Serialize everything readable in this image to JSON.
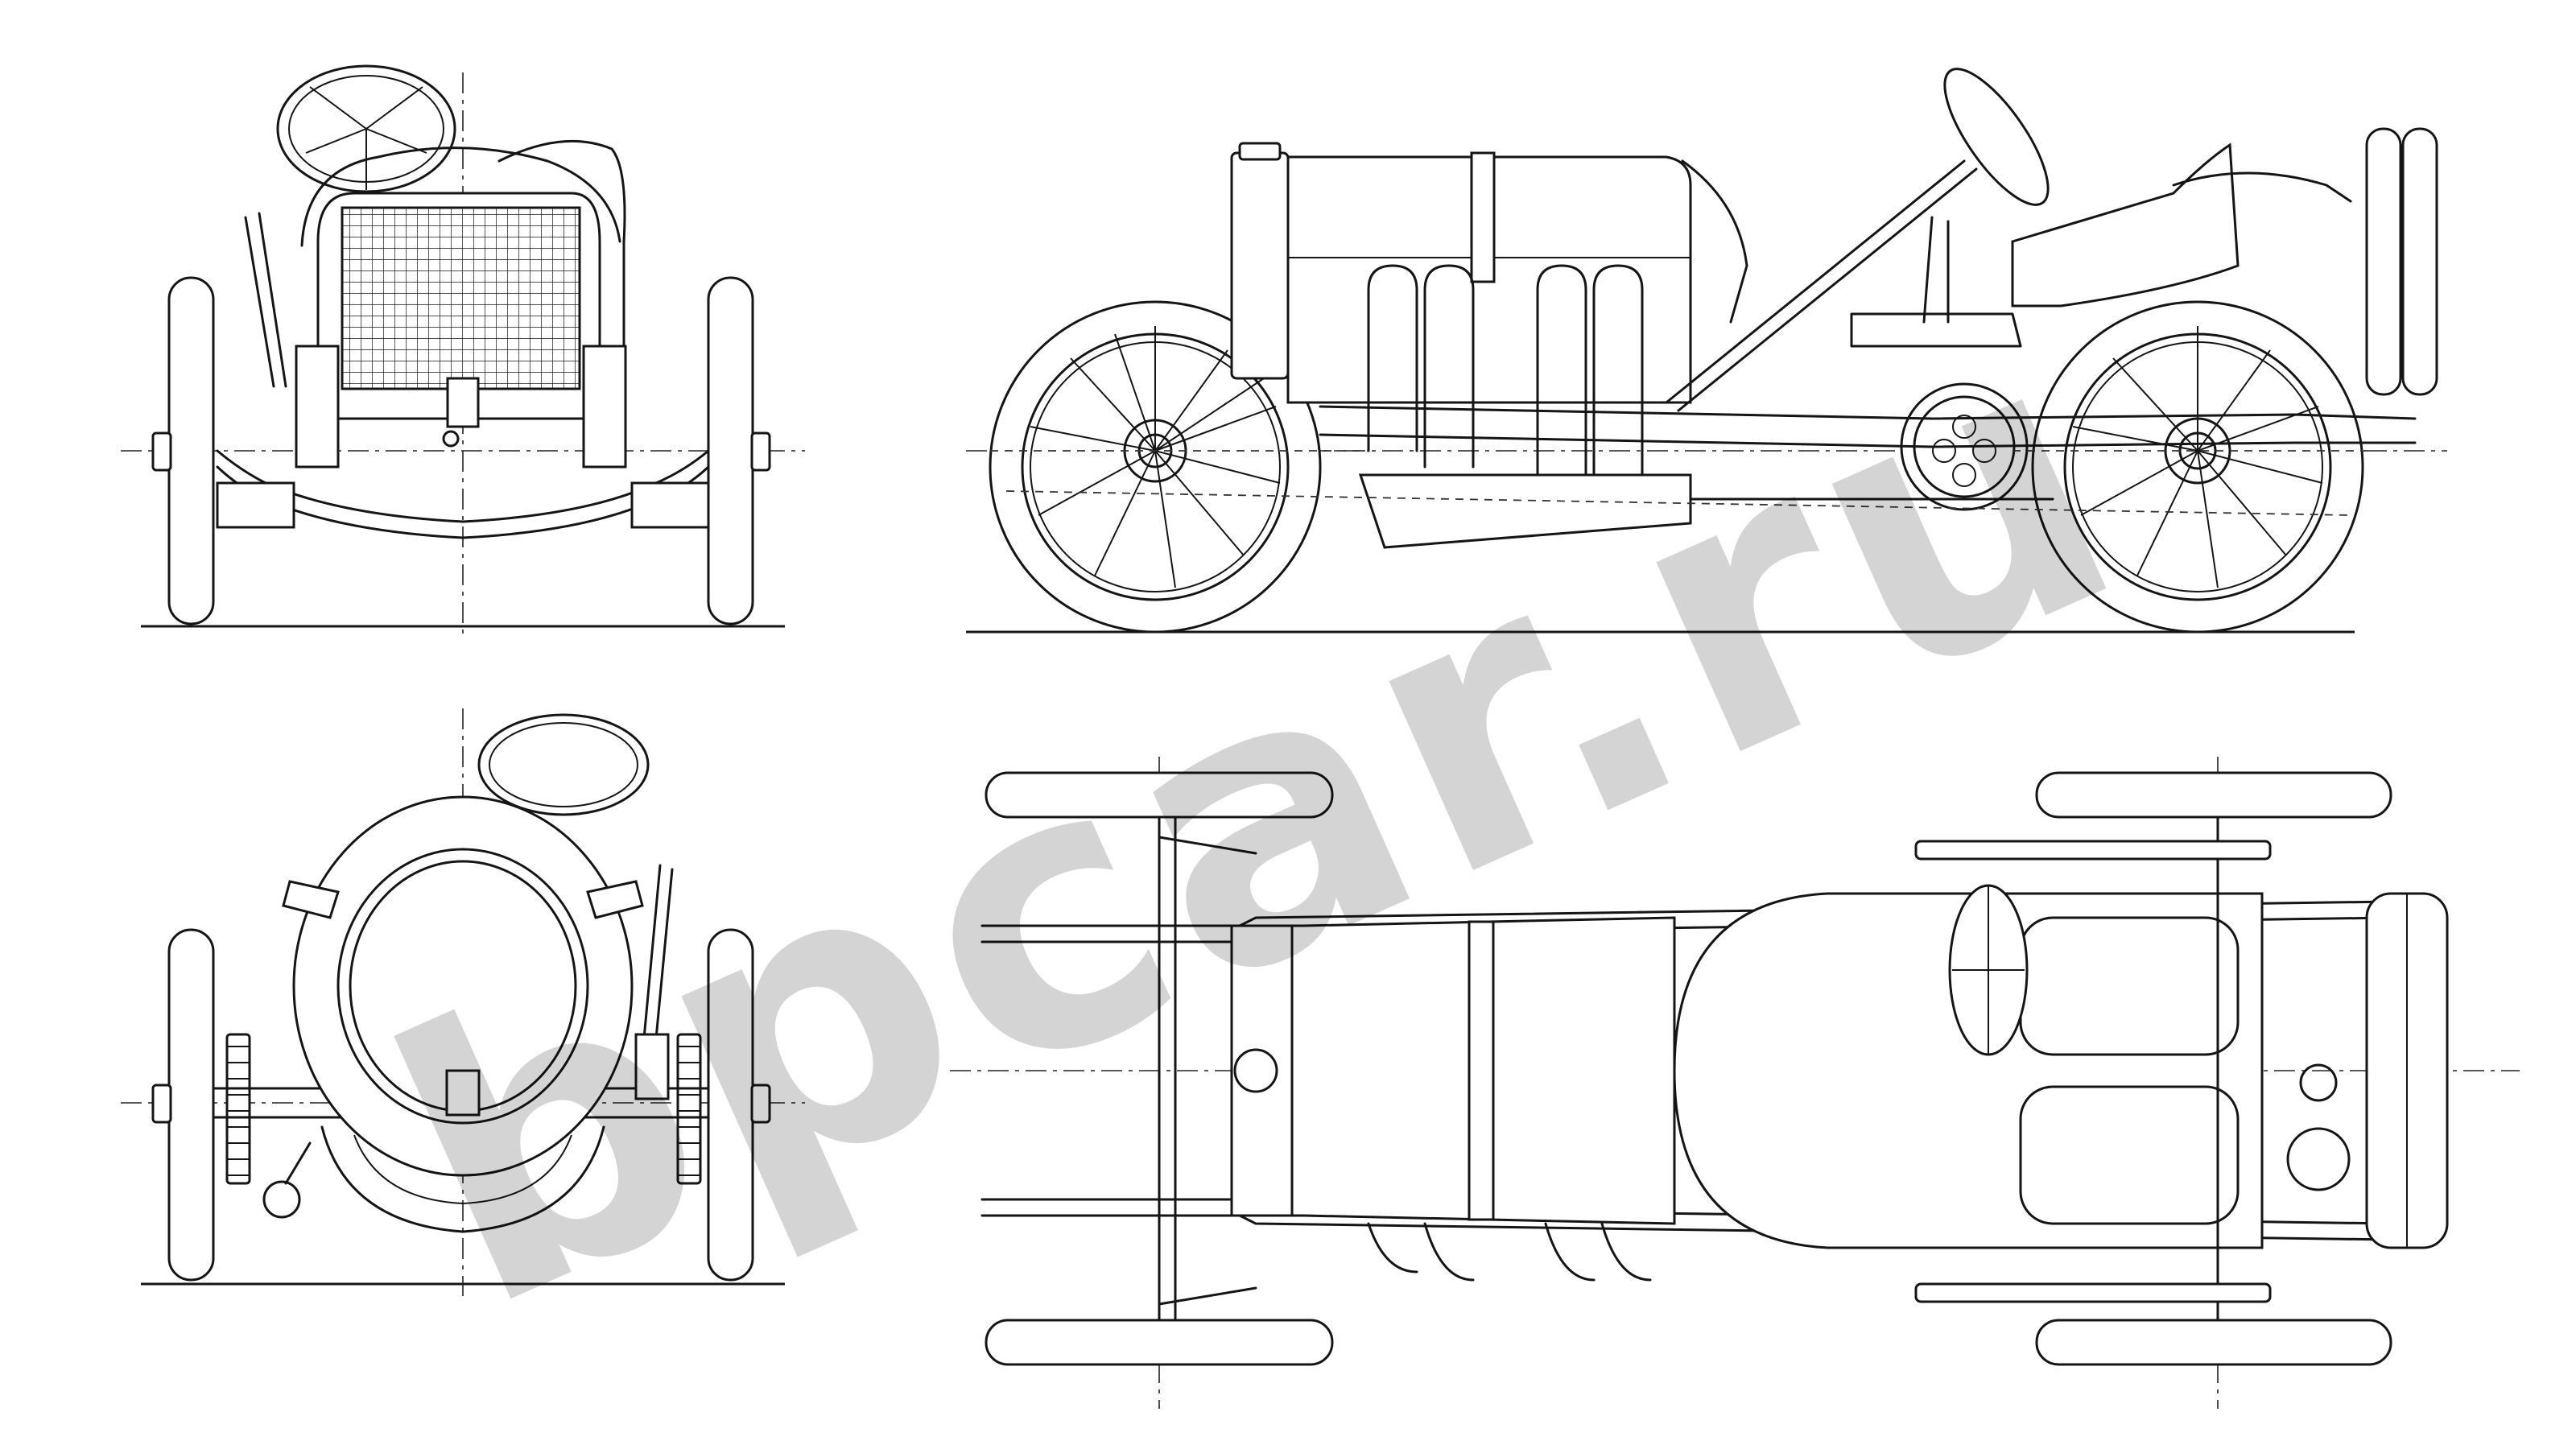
{
  "drawing": {
    "views": [
      "front",
      "rear",
      "side",
      "top"
    ]
  },
  "watermark": {
    "text": "bpcar.ru",
    "color": "#b9b9b9"
  },
  "colors": {
    "ink": "#151515",
    "paper": "#ffffff"
  }
}
